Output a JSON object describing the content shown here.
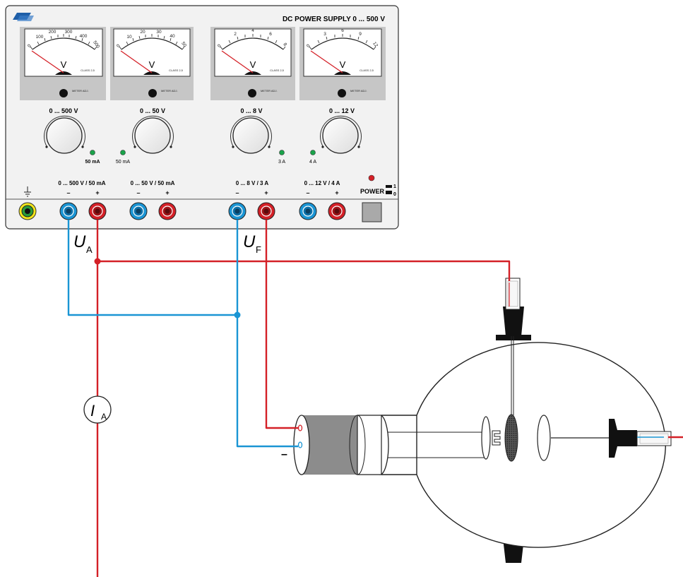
{
  "supply": {
    "title": "DC POWER SUPPLY 0 ... 500 V",
    "meter_unit": "V",
    "meter_class": "CLASS 2,5",
    "meter_adj": "METER ADJ.",
    "meters": [
      {
        "ticks": [
          "0",
          "100",
          "200",
          "300",
          "400",
          "500"
        ],
        "range": "0 ... 500 V"
      },
      {
        "ticks": [
          "0",
          "10",
          "20",
          "30",
          "40",
          "50"
        ],
        "range": "0 ... 50 V"
      },
      {
        "ticks": [
          "0",
          "2",
          "4",
          "6",
          "8"
        ],
        "range": "0 ... 8 V"
      },
      {
        "ticks": [
          "0",
          "3",
          "6",
          "9",
          "12"
        ],
        "range": "0 ... 12 V"
      }
    ],
    "led_labels": [
      "50 mA",
      "50 mA",
      "3 A",
      "4 A"
    ],
    "outputs": [
      "0 ... 500 V / 50 mA",
      "0 ... 50 V / 50 mA",
      "0 ... 8 V / 3 A",
      "0 ... 12 V / 4 A"
    ],
    "minus": "–",
    "plus": "+",
    "power_label": "POWER",
    "power_on": "1",
    "power_off": "0",
    "ground_symbol": "⏚"
  },
  "circuit": {
    "ua_main": "U",
    "ua_sub": "A",
    "uf_main": "U",
    "uf_sub": "F",
    "ia_main": "I",
    "ia_sub": "A",
    "cathode_minus": "–"
  },
  "colors": {
    "red_wire": "#d42027",
    "blue_wire": "#1a95d4",
    "panel": "#f2f2f2",
    "meter_bg": "#c6c6c6",
    "sleeve": "#8c8c8c"
  }
}
